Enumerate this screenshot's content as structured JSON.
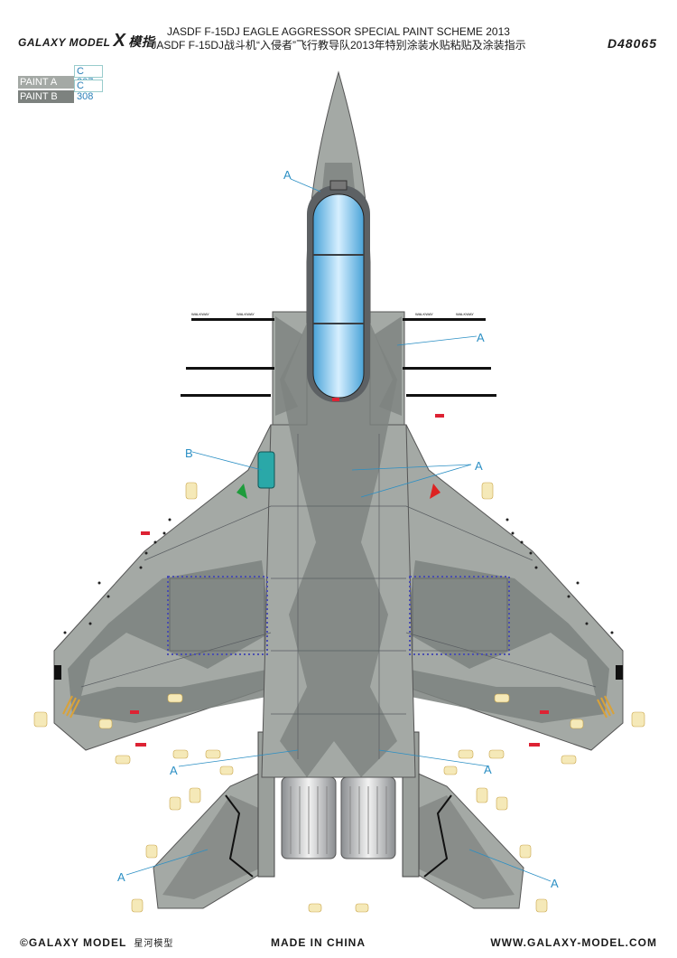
{
  "header": {
    "brand": "GALAXY MODEL",
    "brand_mark": "X",
    "brand_cn": "模指",
    "title_en": "JASDF F-15DJ EAGLE AGGRESSOR SPECIAL PAINT SCHEME 2013",
    "title_cn": "JASDF F-15DJ战斗机“入侵者”飞行教导队2013年特别涂装水贴粘贴及涂装指示",
    "code": "D48065"
  },
  "paints": [
    {
      "label": "PAINT  A",
      "code": "C 307",
      "color": "#a4a9a5"
    },
    {
      "label": "PAINT  B",
      "code": "C 308",
      "color": "#7d827f"
    }
  ],
  "callouts": {
    "a": "A",
    "b": "B"
  },
  "walkway": "WALKWAY",
  "footer": {
    "copyright": "©GALAXY MODEL",
    "copyright_cn": "星河模型",
    "made": "MADE IN CHINA",
    "url": "WWW.GALAXY-MODEL.COM"
  }
}
